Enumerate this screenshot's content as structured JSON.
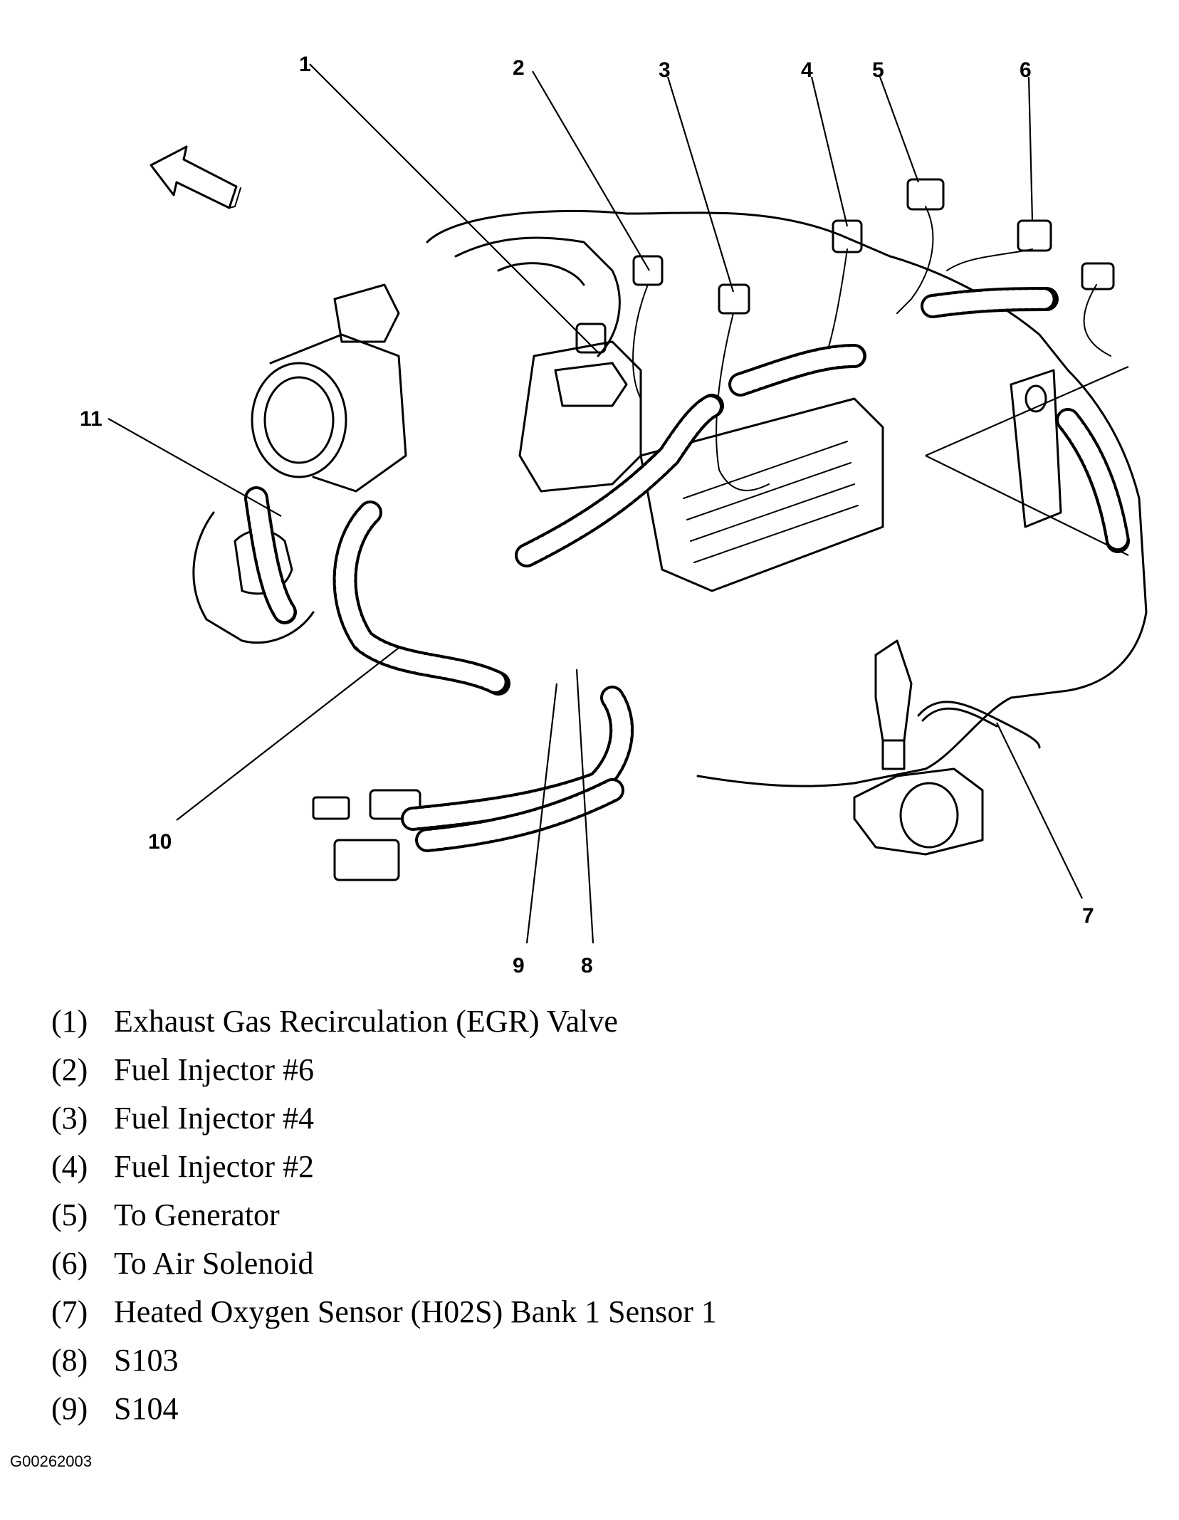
{
  "callouts": {
    "c1": "1",
    "c2": "2",
    "c3": "3",
    "c4": "4",
    "c5": "5",
    "c6": "6",
    "c7": "7",
    "c8": "8",
    "c9": "9",
    "c10": "10",
    "c11": "11"
  },
  "legend": {
    "items": [
      {
        "num": "(1)",
        "text": "Exhaust Gas Recirculation (EGR) Valve"
      },
      {
        "num": "(2)",
        "text": "Fuel Injector #6"
      },
      {
        "num": "(3)",
        "text": "Fuel Injector #4"
      },
      {
        "num": "(4)",
        "text": "Fuel Injector #2"
      },
      {
        "num": "(5)",
        "text": "To Generator"
      },
      {
        "num": "(6)",
        "text": "To Air Solenoid"
      },
      {
        "num": "(7)",
        "text": "Heated Oxygen Sensor (H02S) Bank 1 Sensor 1"
      },
      {
        "num": "(8)",
        "text": "S103"
      },
      {
        "num": "(9)",
        "text": "S104"
      }
    ]
  },
  "figure_id": "G00262003"
}
